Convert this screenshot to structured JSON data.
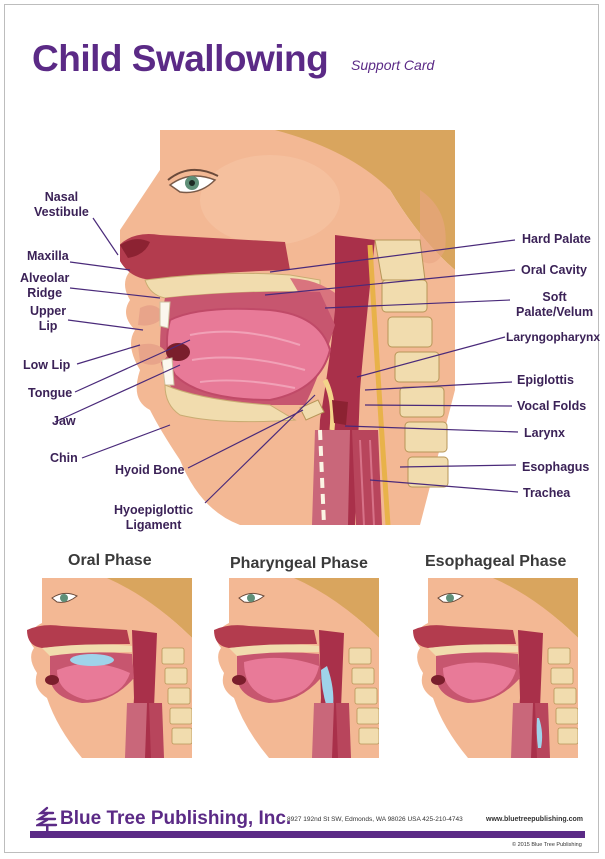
{
  "header": {
    "title": "Child Swallowing",
    "subtitle": "Support Card"
  },
  "labels": {
    "nasal_vestibule_1": "Nasal",
    "nasal_vestibule_2": "Vestibule",
    "maxilla": "Maxilla",
    "alveolar_ridge_1": "Alveolar",
    "alveolar_ridge_2": "Ridge",
    "upper_lip_1": "Upper",
    "upper_lip_2": "Lip",
    "low_lip": "Low Lip",
    "tongue": "Tongue",
    "jaw": "Jaw",
    "chin": "Chin",
    "hyoid_bone": "Hyoid Bone",
    "hyoepiglottic_1": "Hyoepiglottic",
    "hyoepiglottic_2": "Ligament",
    "hard_palate": "Hard Palate",
    "oral_cavity": "Oral Cavity",
    "soft_palate_1": "Soft",
    "soft_palate_2": "Palate/Velum",
    "laryngopharynx": "Laryngopharynx",
    "epiglottis": "Epiglottis",
    "vocal_folds": "Vocal Folds",
    "larynx": "Larynx",
    "esophagus": "Esophagus",
    "trachea": "Trachea"
  },
  "phases": [
    {
      "label": "Oral Phase"
    },
    {
      "label": "Pharyngeal Phase"
    },
    {
      "label": "Esophageal Phase"
    }
  ],
  "footer": {
    "brand": "Blue Tree Publishing, Inc.",
    "address": "8927 192nd St SW, Edmonds, WA 98026 USA 425-210-4743",
    "website": "www.bluetreepublishing.com",
    "copyright": "© 2015 Blue Tree Publishing"
  },
  "colors": {
    "brand_purple": "#5b2a86",
    "label_text": "#3b2257",
    "leader_line": "#4a2a7a",
    "skin": "#f3b894",
    "tongue": "#e87a98",
    "hair": "#d9a55e"
  },
  "icons": {
    "logo": "tree-icon"
  }
}
